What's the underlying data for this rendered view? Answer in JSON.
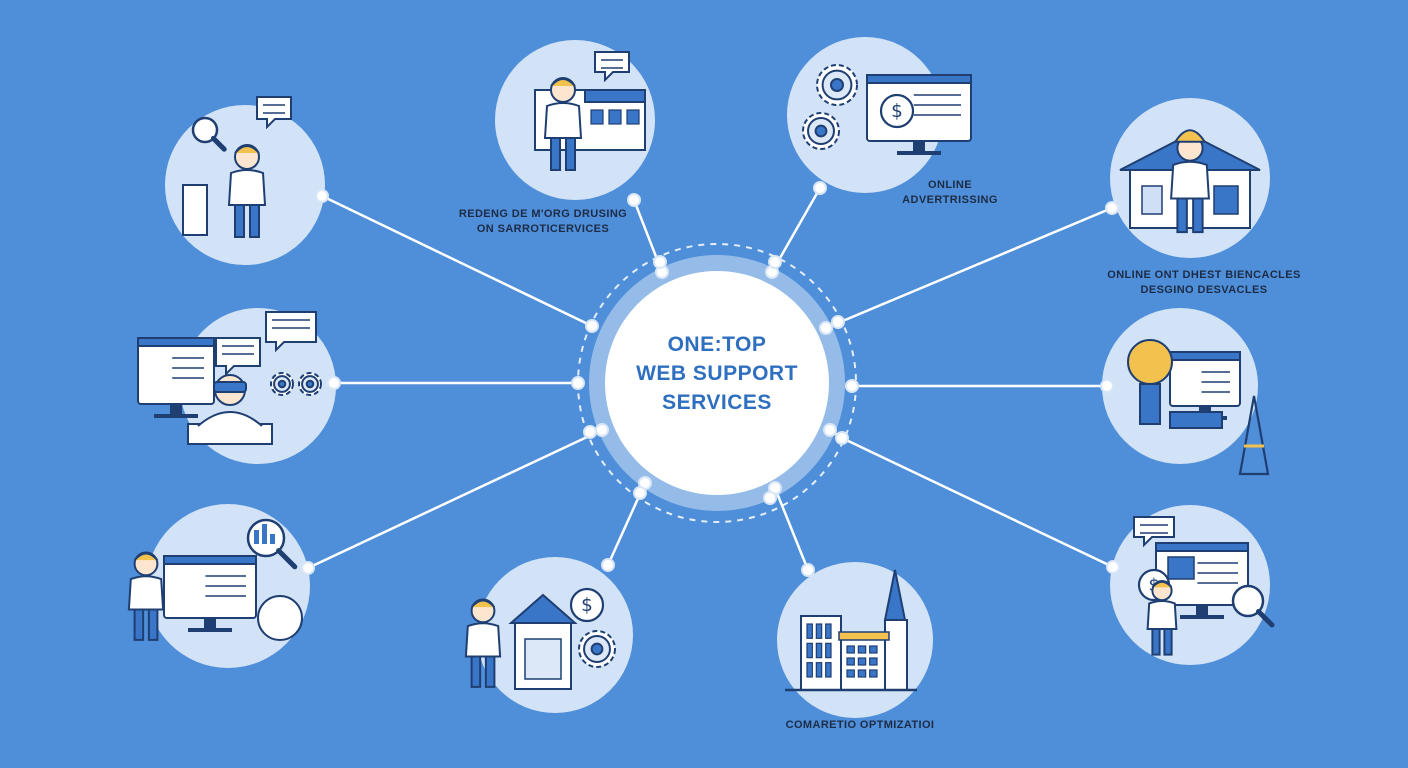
{
  "hub": {
    "lines": [
      "ONE:TOP",
      "WEB SUPPORT",
      "SERVICES"
    ],
    "colors": {
      "fill": "#ffffff",
      "text": "#2f6fbf",
      "ring": "#ffffff"
    }
  },
  "nodes": [
    {
      "id": "top-left",
      "icon": "inspector-magnifier-icon"
    },
    {
      "id": "top-center-left",
      "icon": "shop-owner-icon",
      "label_lines": [
        "REDENG DE M'ORG DRUSING",
        "ON SARROTICERVICES"
      ]
    },
    {
      "id": "top-center-right",
      "icon": "gears-dollar-monitor-icon",
      "label_lines": [
        "ONLINE",
        "ADVERTRISSING"
      ]
    },
    {
      "id": "top-right",
      "icon": "construction-worker-house-icon",
      "label_lines": [
        "ONLINE ONT DHEST BIENCACLES",
        "DESGINO DESVACLES"
      ]
    },
    {
      "id": "mid-left",
      "icon": "vr-support-agent-icon"
    },
    {
      "id": "mid-right",
      "icon": "lightbulb-idea-tower-icon"
    },
    {
      "id": "bottom-left",
      "icon": "analytics-presenter-icon"
    },
    {
      "id": "bottom-center-left",
      "icon": "finance-kiosk-icon"
    },
    {
      "id": "bottom-center-right",
      "icon": "city-buildings-icon",
      "label_lines": [
        "COMARETIO OPTMIZATIOI"
      ]
    },
    {
      "id": "bottom-right",
      "icon": "seo-dollar-search-icon"
    }
  ],
  "colors": {
    "background": "#4f8fd9",
    "node_fill": "#d3e3f7",
    "line": "#ffffff",
    "outline": "#1f3f73",
    "accent_blue": "#3a76c8",
    "accent_yellow": "#f2c14e"
  }
}
